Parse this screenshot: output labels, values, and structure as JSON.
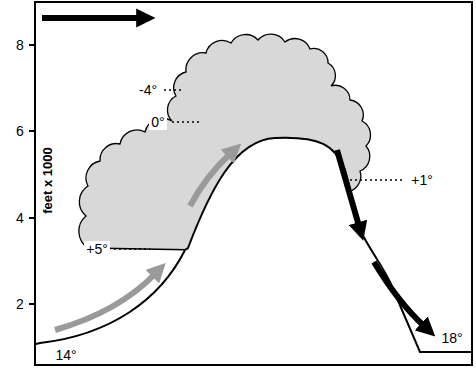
{
  "diagram": {
    "labels": [
      "8",
      "6",
      "4",
      "2",
      "feet x 1000",
      "-4°",
      "0°",
      "+5°",
      "+1°",
      "14°",
      "18°"
    ]
  }
}
